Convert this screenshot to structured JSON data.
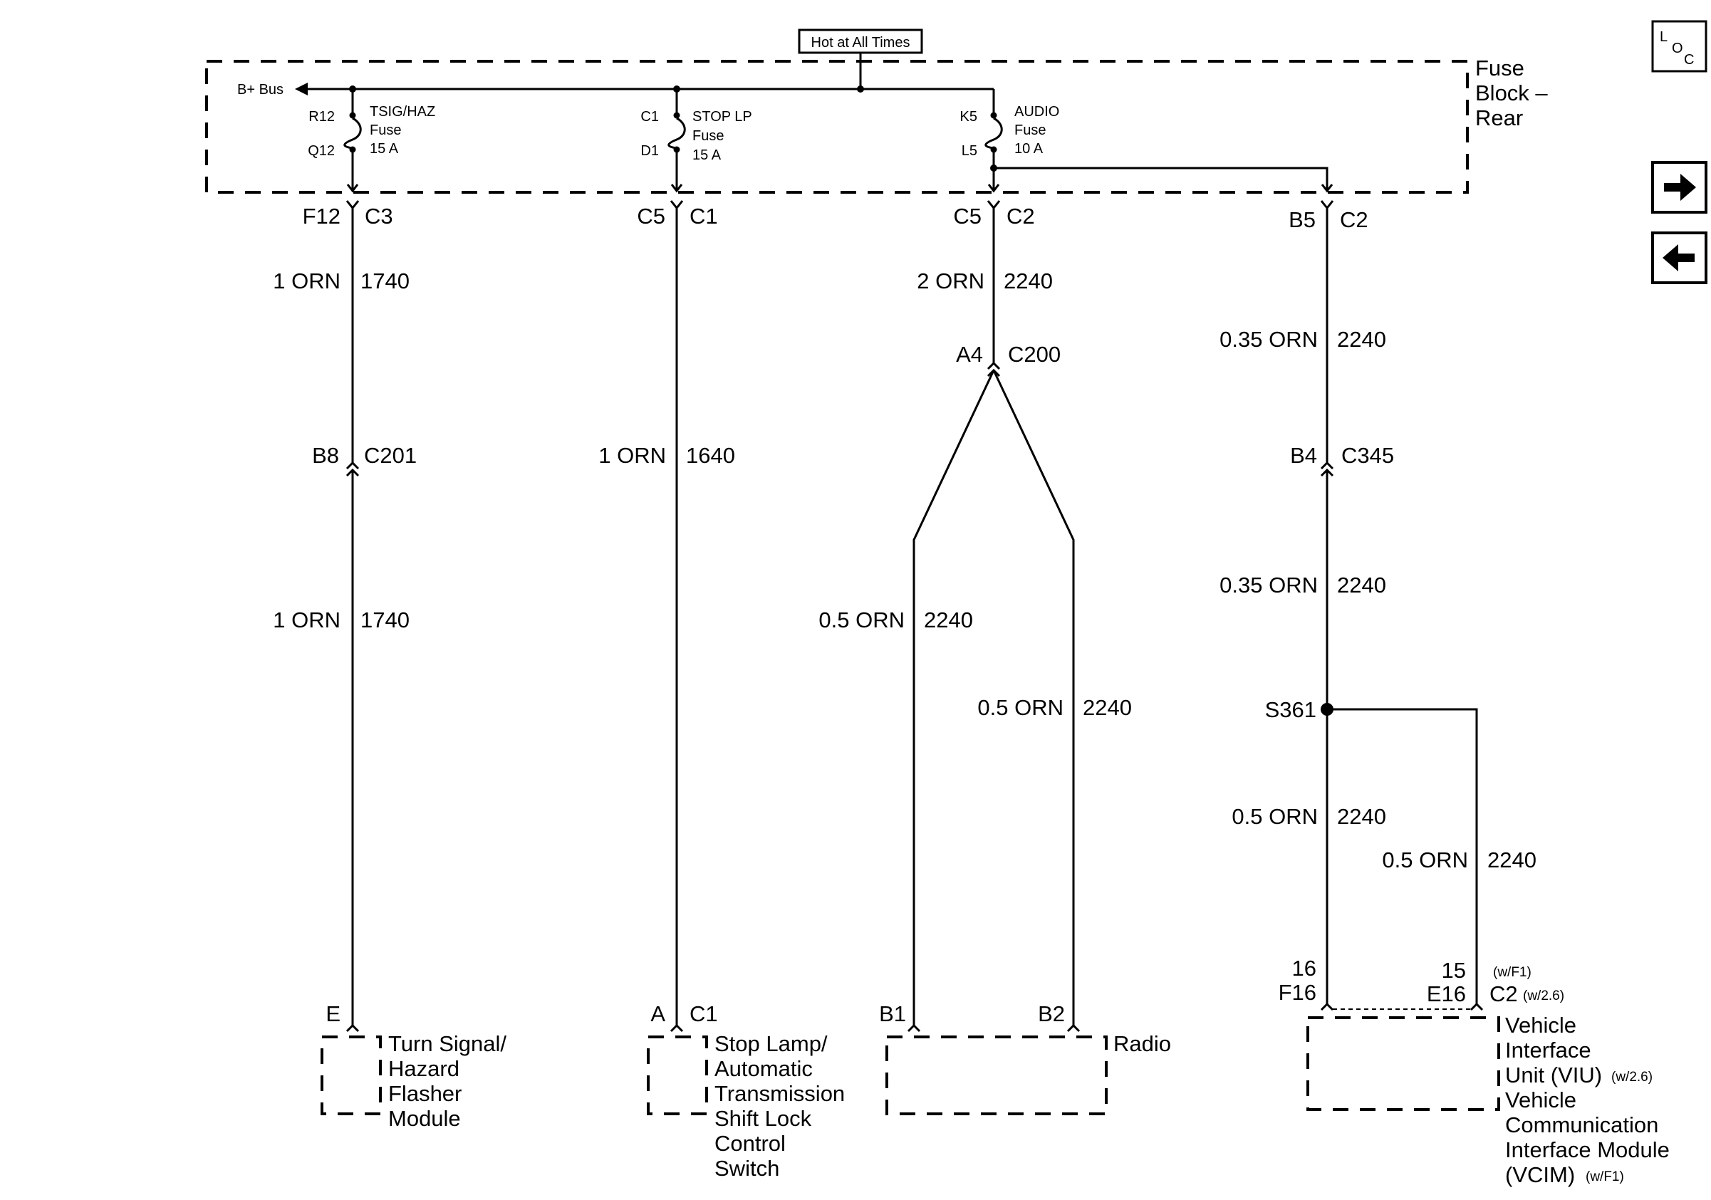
{
  "header": {
    "hot_label": "Hot at All Times",
    "bus_label": "B+ Bus",
    "fuse_block": [
      "Fuse",
      "Block –",
      "Rear"
    ]
  },
  "nav": {
    "loc_letters": [
      "L",
      "O",
      "C"
    ],
    "next_icon": "right-arrow-icon",
    "prev_icon": "left-arrow-icon"
  },
  "fuses": {
    "tsig": {
      "top_pin": "R12",
      "bottom_pin": "Q12",
      "name": "TSIG/HAZ",
      "type": "Fuse",
      "rating": "15 A"
    },
    "stop": {
      "top_pin": "C1",
      "bottom_pin": "D1",
      "name": "STOP LP",
      "type": "Fuse",
      "rating": "15 A"
    },
    "audio": {
      "top_pin": "K5",
      "bottom_pin": "L5",
      "name": "AUDIO",
      "type": "Fuse",
      "rating": "10 A"
    }
  },
  "circuits": {
    "c1": {
      "conn1_pin": "F12",
      "conn1_name": "C3",
      "wire1_gauge": "1 ORN",
      "wire1_circuit": "1740",
      "conn2_pin": "B8",
      "conn2_name": "C201",
      "wire2_gauge": "1 ORN",
      "wire2_circuit": "1740",
      "comp_pin": "E",
      "component": [
        "Turn Signal/",
        "Hazard",
        "Flasher",
        "Module"
      ]
    },
    "c2": {
      "conn1_pin": "C5",
      "conn1_name": "C1",
      "wire1_gauge": "1 ORN",
      "wire1_circuit": "1640",
      "comp_pin": "A",
      "comp_conn": "C1",
      "component": [
        "Stop Lamp/",
        "Automatic",
        "Transmission",
        "Shift Lock",
        "Control",
        "Switch"
      ]
    },
    "c3": {
      "conn1_pin": "C5",
      "conn1_name": "C2",
      "wire1_gauge": "2 ORN",
      "wire1_circuit": "2240",
      "conn2_pin": "A4",
      "conn2_name": "C200",
      "left_gauge": "0.5 ORN",
      "left_circuit": "2240",
      "right_gauge": "0.5 ORN",
      "right_circuit": "2240",
      "pin_left": "B1",
      "pin_right": "B2",
      "component": "Radio"
    },
    "c4": {
      "conn1_pin": "B5",
      "conn1_name": "C2",
      "wire1_gauge": "0.35 ORN",
      "wire1_circuit": "2240",
      "conn2_pin": "B4",
      "conn2_name": "C345",
      "wire2_gauge": "0.35 ORN",
      "wire2_circuit": "2240",
      "splice": "S361",
      "left_gauge": "0.5 ORN",
      "left_circuit": "2240",
      "right_gauge": "0.5 ORN",
      "right_circuit": "2240",
      "pin16": "16",
      "pinF16": "F16",
      "pin15": "15",
      "pinE16": "E16",
      "opt_wf1": "(w/F1)",
      "conn_c2": "C2",
      "opt_w26": "(w/2.6)",
      "viu": [
        "Vehicle",
        "Interface",
        "Unit (VIU)"
      ],
      "viu_opt": "(w/2.6)",
      "vcim": [
        "Vehicle",
        "Communication",
        "Interface Module",
        "(VCIM)"
      ],
      "vcim_opt": "(w/F1)"
    }
  }
}
